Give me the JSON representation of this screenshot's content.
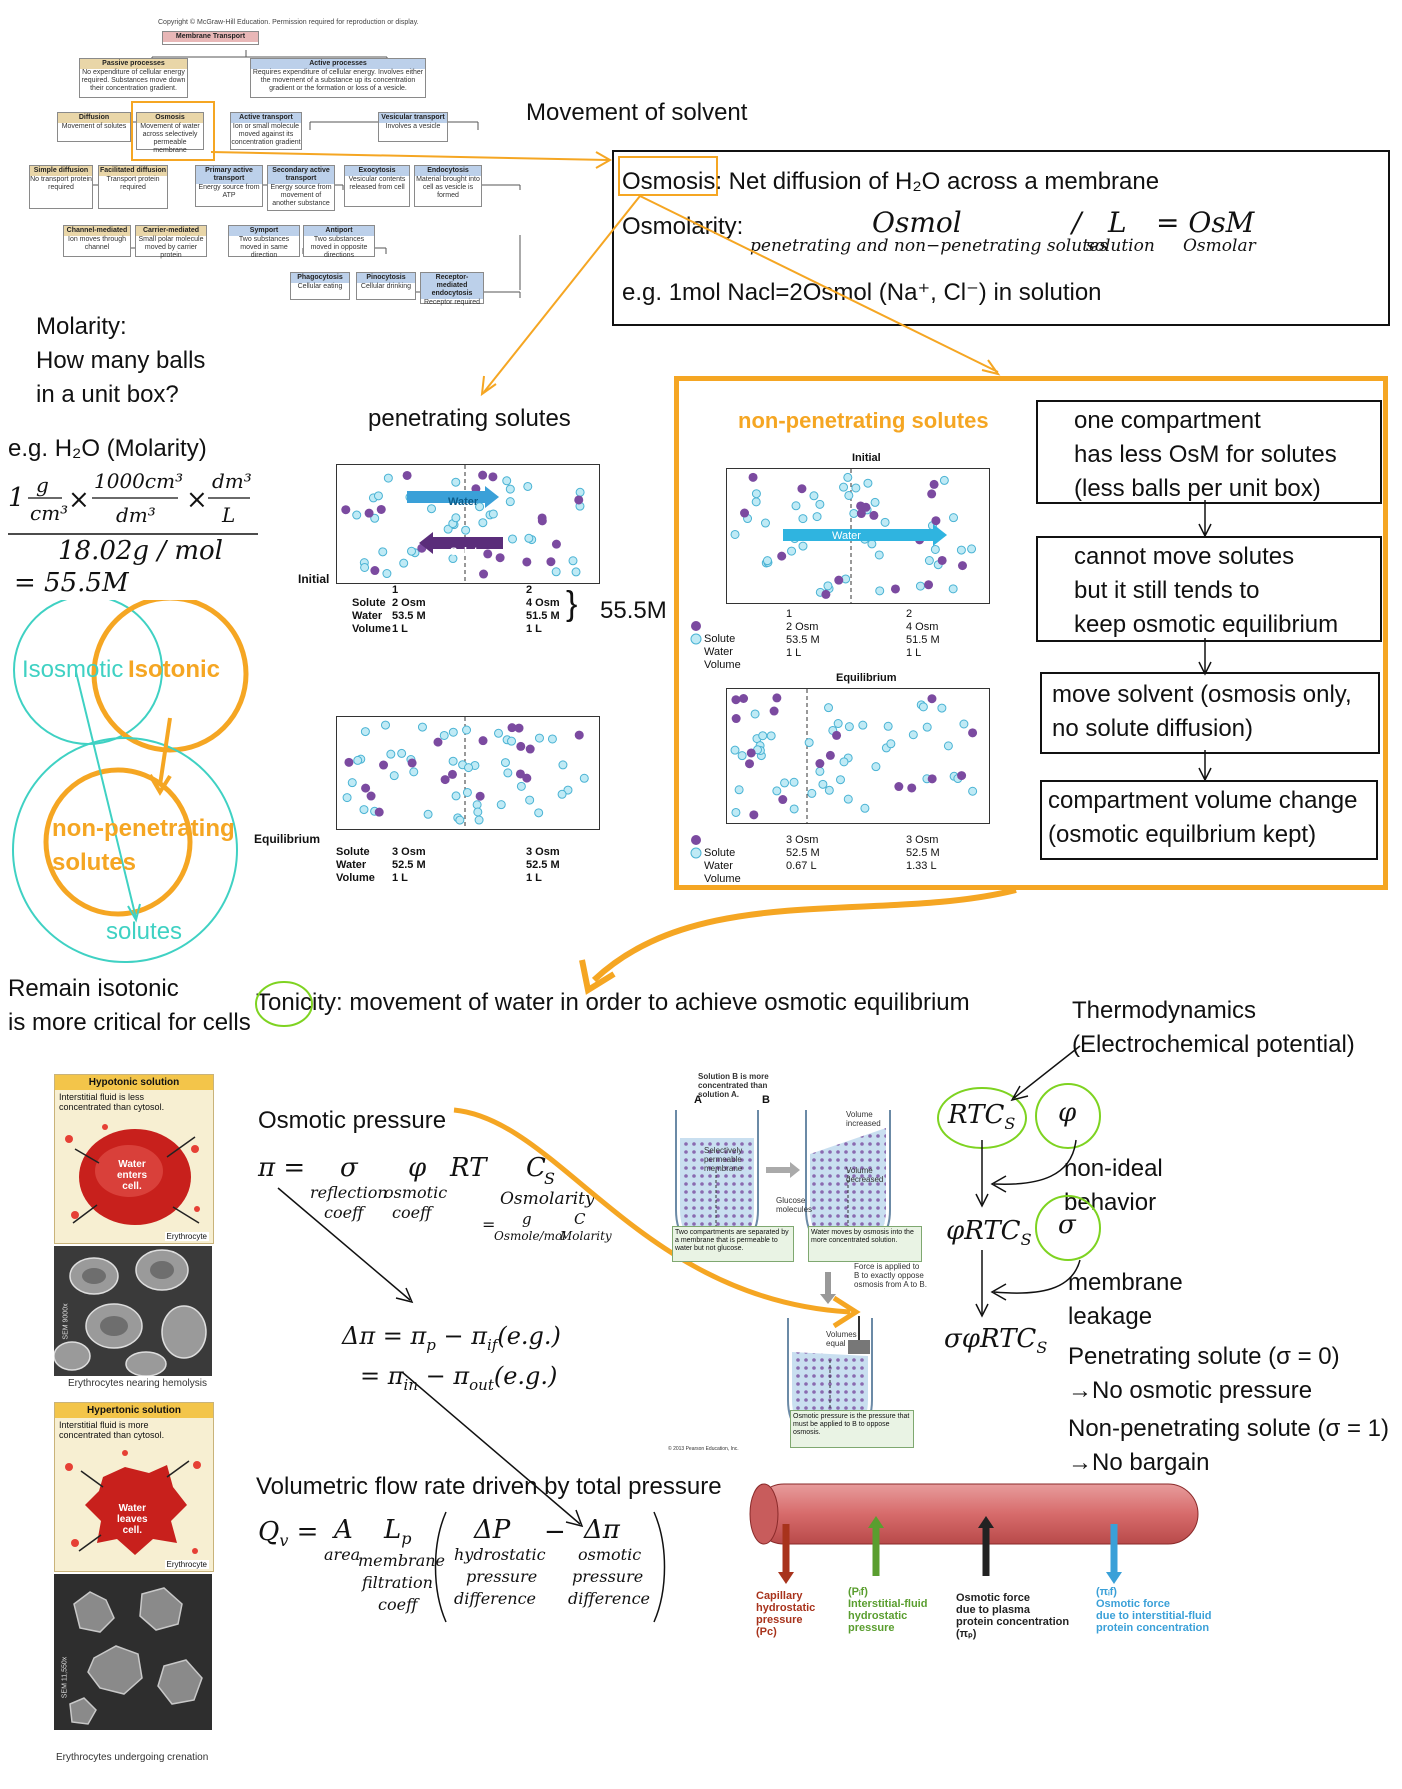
{
  "flowchart": {
    "copyright": "Copyright © McGraw-Hill Education. Permission required for reproduction or display.",
    "root": "Membrane Transport",
    "passive": {
      "title": "Passive processes",
      "desc": "No expenditure of cellular energy required. Substances move down their concentration gradient."
    },
    "active": {
      "title": "Active processes",
      "desc": "Requires expenditure of cellular energy. Involves either the movement of a substance up its concentration gradient or the formation or loss of a vesicle."
    },
    "diffusion": {
      "title": "Diffusion",
      "desc": "Movement of solutes"
    },
    "osmosis": {
      "title": "Osmosis",
      "desc": "Movement of water across selectively permeable membrane"
    },
    "active_transport": {
      "title": "Active transport",
      "desc": "Ion or small molecule moved against its concentration gradient"
    },
    "vesicular": {
      "title": "Vesicular transport",
      "desc": "Involves a vesicle"
    },
    "simple": {
      "title": "Simple diffusion",
      "desc": "No transport protein required"
    },
    "facilitated": {
      "title": "Facilitated diffusion",
      "desc": "Transport protein required"
    },
    "primary": {
      "title": "Primary active transport",
      "desc": "Energy source from ATP"
    },
    "secondary": {
      "title": "Secondary active transport",
      "desc": "Energy source from movement of another substance"
    },
    "exocytosis": {
      "title": "Exocytosis",
      "desc": "Vesicular contents released from cell"
    },
    "endocytosis": {
      "title": "Endocytosis",
      "desc": "Material brought into cell as vesicle is formed"
    },
    "channel": {
      "title": "Channel-mediated",
      "desc": "Ion moves through channel"
    },
    "carrier": {
      "title": "Carrier-mediated",
      "desc": "Small polar molecule moved by carrier protein"
    },
    "symport": {
      "title": "Symport",
      "desc": "Two substances moved in same direction"
    },
    "antiport": {
      "title": "Antiport",
      "desc": "Two substances moved in opposite directions"
    },
    "phago": {
      "title": "Phagocytosis",
      "desc": "Cellular eating"
    },
    "pino": {
      "title": "Pinocytosis",
      "desc": "Cellular drinking"
    },
    "receptor": {
      "title": "Receptor-mediated endocytosis",
      "desc": "Receptor required"
    }
  },
  "notes": {
    "movement_of_solvent": "Movement of solvent",
    "molarity": "Molarity:\nHow many balls\nin a unit box?",
    "penetrating_solutes": "penetrating solutes",
    "eg_h2o": "e.g. H₂O (Molarity)",
    "molarity_result": "= 55.5M",
    "molarity_denominator": "18.02g / mol",
    "isosmotic": "Isosmotic",
    "isotonic": "Isotonic",
    "non_penetrating": "non-penetrating\nsolutes",
    "solutes": "solutes",
    "remain_isotonic": "Remain isotonic\nis more critical for cells",
    "val_55": "55.5M",
    "tonicity": "Tonicity: movement of water in order to achieve osmotic equilibrium",
    "thermodynamics": "Thermodynamics\n(Electrochemical potential)",
    "non_ideal": "non-ideal\nbehavior",
    "membrane_leakage": "membrane\nleakage",
    "penetrating_sigma": "Penetrating solute (σ = 0)\n→No osmotic pressure",
    "non_penetrating_sigma": "Non-penetrating solute (σ = 1)\n→No bargain",
    "osmotic_pressure": "Osmotic pressure",
    "volumetric_flow": "Volumetric flow rate driven by total pressure"
  },
  "osmosis_box": {
    "line1": "Osmosis: Net diffusion of H₂O across a membrane",
    "osmolarity_label": "Osmolarity:",
    "osmol": "Osmol",
    "osmol_sub": "penetrating and non−penetrating solutes",
    "slash": "/",
    "l": "L",
    "l_sub": "solution",
    "osm": "= OsM",
    "osm_sub": "Osmolar",
    "example": "e.g. 1mol Nacl=2Osmol (Na⁺, Cl⁻) in solution"
  },
  "nonpen_panel": {
    "title": "non-penetrating solutes",
    "steps": [
      "one compartment\nhas less OsM for solutes\n(less balls per unit box)",
      "cannot move solutes\nbut it still tends to\nkeep osmotic equilibrium",
      "move solvent (osmosis only,\nno solute diffusion)",
      "compartment volume change\n(osmotic equilbrium kept)"
    ],
    "initial_label": "Initial",
    "equilibrium_label": "Equilibrium",
    "water_label": "Water",
    "initial_legend": {
      "row1": "Solute",
      "row2": "Water",
      "row3": "Volume",
      "c1": "1\n2 Osm\n53.5 M\n1 L",
      "c2": "2\n4 Osm\n51.5 M\n1 L"
    },
    "eq_legend": {
      "c1": "3 Osm\n52.5 M\n0.67 L",
      "c2": "3 Osm\n52.5 M\n1.33 L"
    }
  },
  "pen_panel": {
    "initial": "Initial",
    "equilibrium": "Equilibrium",
    "water": "Water",
    "solute": "Solute",
    "initial_legend": {
      "labels": "Solute\nWater\nVolume",
      "c1": "1\n2 Osm\n53.5 M\n1 L",
      "c2": "2\n4 Osm\n51.5 M\n1 L"
    },
    "eq_legend": {
      "labels": "Solute\nWater\nVolume",
      "c1": "3 Osm\n52.5 M\n1 L",
      "c2": "3 Osm\n52.5 M\n1 L"
    }
  },
  "cells": {
    "hypotonic": "Hypotonic solution",
    "hypo_desc": "Interstitial fluid is less\nconcentrated than cytosol.",
    "hypo_cell": "Water\nenters\ncell.",
    "erythrocyte": "Erythrocyte",
    "hemolysis": "Erythrocytes nearing hemolysis",
    "hypertonic": "Hypertonic solution",
    "hyper_desc": "Interstitial fluid is more\nconcentrated than cytosol.",
    "hyper_cell": "Water\nleaves\ncell.",
    "crenation": "Erythrocytes undergoing crenation",
    "sem1": "SEM 9000x",
    "sem2": "SEM 11,550x"
  },
  "utube": {
    "top": "Solution B is more\nconcentrated than\nsolution A.",
    "a": "A",
    "b": "B",
    "membrane": "Selectively\npermeable\nmembrane",
    "glucose": "Glucose\nmolecules",
    "vol_inc": "Volume\nincreased",
    "vol_dec": "Volume\ndecreased",
    "step1": "Two compartments are separated by a membrane that is permeable to water but not glucose.",
    "step2": "Water moves by osmosis into the more concentrated solution.",
    "force": "Force is applied to\nB to exactly oppose\nosmosis from A to B.",
    "vol_eq": "Volumes\nequal",
    "step3": "Osmotic pressure is the pressure that must be applied to B to oppose osmosis.",
    "copyright": "© 2013 Pearson Education, Inc."
  },
  "vessel": {
    "f1": "Capillary\nhydrostatic\npressure\n(Pᴄ)",
    "f2": "(Pᵢf)\nInterstitial-fluid\nhydrostatic\npressure",
    "f3": "Osmotic force\ndue to plasma\nprotein concentration\n(πₚ)",
    "f4": "(πᵢf)\nOsmotic force\ndue to interstitial-fluid\nprotein concentration",
    "c1": "#a8331c",
    "c2": "#5a9e2f",
    "c3": "#222222",
    "c4": "#3aa0d8"
  },
  "colors": {
    "orange": "#f5a623",
    "teal": "#3fd1c3",
    "green": "#7ed321",
    "solute": "#7b4aa0",
    "water": "#7fd2e8"
  }
}
